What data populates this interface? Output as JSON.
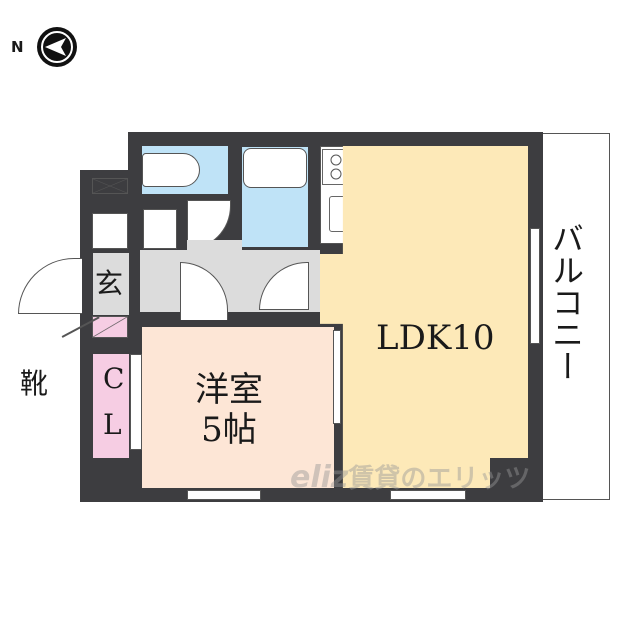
{
  "compass": {
    "label": "N",
    "icon": "north-arrow-icon"
  },
  "rooms": {
    "ldk": {
      "label": "LDK10"
    },
    "western_room": {
      "line1": "洋室",
      "line2": "5帖"
    },
    "entrance": {
      "label": "玄"
    },
    "closet": {
      "line1": "C",
      "line2": "L"
    },
    "shoe_storage": {
      "label": "靴"
    },
    "balcony": {
      "label": "バルコニー"
    }
  },
  "watermark": {
    "text": "賃貸のエリッツ",
    "logo": "eliz"
  },
  "colors": {
    "wall": "#3d3d40",
    "wet_area": "#bfe3f7",
    "ldk": "#fde9b8",
    "western_room": "#fde6d6",
    "hallway": "#dcdcdc",
    "closet": "#f6cde3"
  }
}
